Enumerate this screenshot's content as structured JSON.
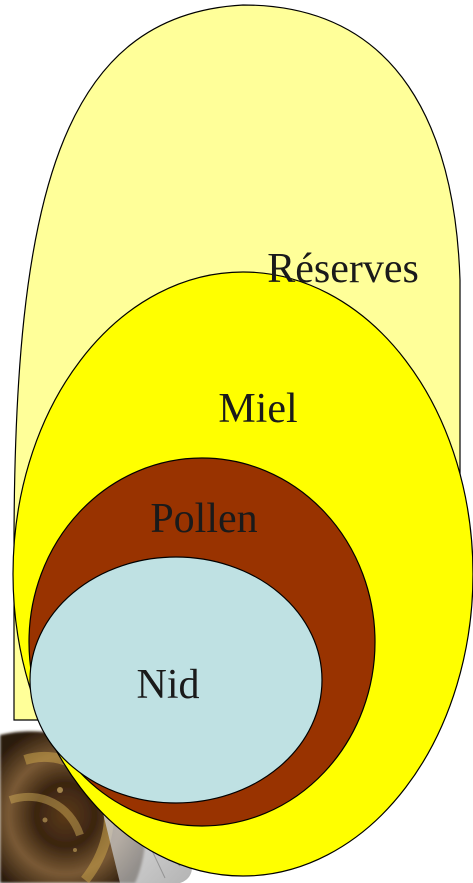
{
  "diagram": {
    "labels": {
      "reserves": "Réserves",
      "miel": "Miel",
      "pollen": "Pollen",
      "nid": "Nid"
    },
    "colors": {
      "reserves_fill": "#ffff99",
      "miel_fill": "#ffff00",
      "pollen_fill": "#993300",
      "nid_fill": "#bfe1e3",
      "outline": "#000000"
    },
    "image": {
      "subject": "bee-photo"
    }
  }
}
